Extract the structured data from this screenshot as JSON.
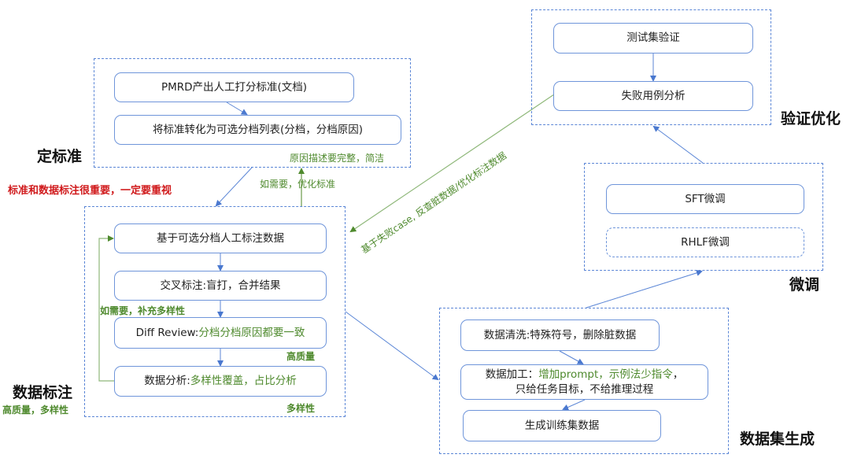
{
  "stages": {
    "standard": {
      "title": "定标准",
      "boxes": [
        "PMRD产出人工打分标准(文档)",
        "将标准转化为可选分档列表(分档，分档原因)"
      ],
      "note": "原因描述要完整，简洁"
    },
    "labeling": {
      "title": "数据标注",
      "subtitle": "高质量，多样性",
      "boxes": [
        {
          "text": "基于可选分档人工标注数据"
        },
        {
          "text": "交叉标注:盲打，合并结果"
        },
        {
          "prefix": "Diff Review:",
          "highlight": "分档分档原因都要一致"
        },
        {
          "prefix": "数据分析: ",
          "highlight": "多样性覆盖，占比分析"
        }
      ],
      "note_quality": "高质量",
      "note_diversity": "多样性",
      "loop_note": "如需要，补充多样性"
    },
    "dataset": {
      "title": "数据集生成",
      "boxes": [
        {
          "text": "数据清洗:特殊符号，删除脏数据"
        },
        {
          "prefix": "数据加工：",
          "highlight": "增加prompt，示例法少指令",
          "suffix": "，",
          "line2": "只给任务目标，不给推理过程"
        },
        {
          "text": "生成训练集数据"
        }
      ]
    },
    "finetune": {
      "title": "微调",
      "boxes": [
        "SFT微调",
        "RHLF微调"
      ]
    },
    "validation": {
      "title": "验证优化",
      "boxes": [
        "测试集验证",
        "失败用例分析"
      ]
    }
  },
  "annotations": {
    "importance": "标准和数据标注很重要，一定要重视",
    "optimize_standard": "如需要，优化标准",
    "feedback": "基于失败case, 反查脏数据/优化标注数据"
  },
  "colors": {
    "border": "#6f95da",
    "container": "#5b86d6",
    "green": "#4f8a2e",
    "red": "#d0191b",
    "arrow_blue": "#5b86d6",
    "arrow_green": "#6a9a4a"
  }
}
